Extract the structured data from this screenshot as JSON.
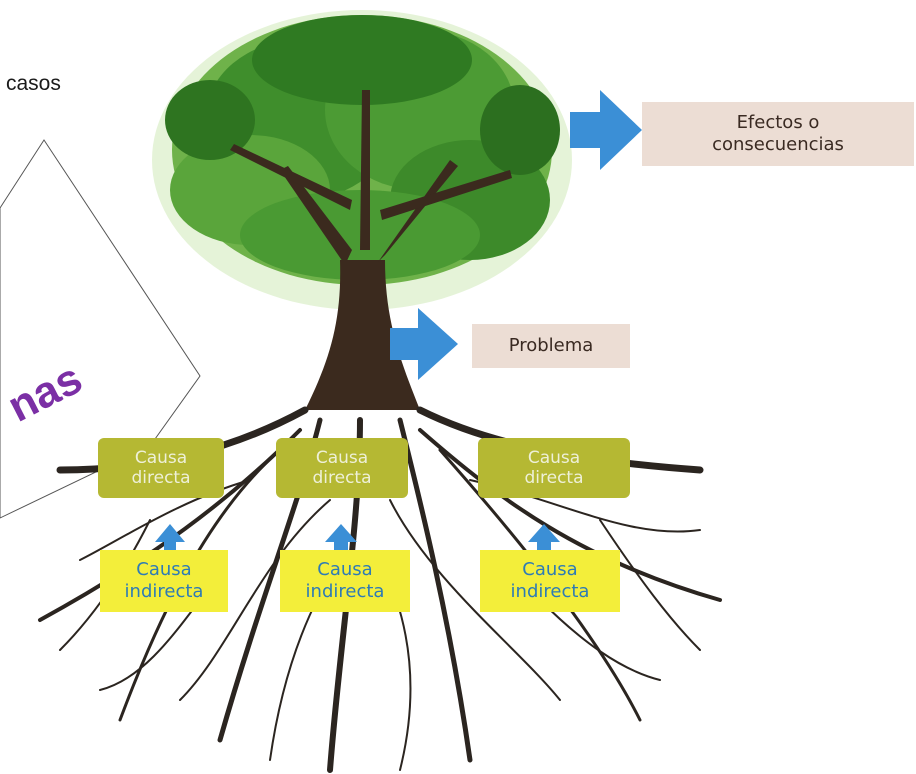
{
  "page": {
    "partial_text": "casos",
    "partial_word": "nas"
  },
  "diagram": {
    "effects_label_line1": "Efectos o",
    "effects_label_line2": "consecuencias",
    "problem_label": "Problema",
    "direct_causes": [
      {
        "line1": "Causa",
        "line2": "directa"
      },
      {
        "line1": "Causa",
        "line2": "directa"
      },
      {
        "line1": "Causa",
        "line2": "directa"
      }
    ],
    "indirect_causes": [
      {
        "line1": "Causa",
        "line2": "indirecta"
      },
      {
        "line1": "Causa",
        "line2": "indirecta"
      },
      {
        "line1": "Causa",
        "line2": "indirecta"
      }
    ]
  },
  "colors": {
    "arrow": "#3b8fd6",
    "foliage": "#4a9a33",
    "trunk": "#3b2a1e",
    "roots": "#2b2520",
    "label_beige": "#ecddd4",
    "direct_box": "#b5b833",
    "indirect_box": "#f3ee3a",
    "indirect_text": "#2e7bb5",
    "purple_text": "#7b2fa5"
  }
}
